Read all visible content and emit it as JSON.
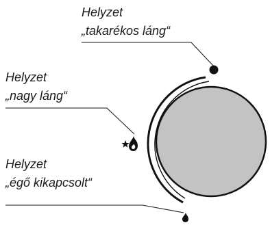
{
  "positions": [
    {
      "id": "low",
      "line1": "Helyzet",
      "line2": "„takarékos láng“",
      "icon": "filled-dot-icon"
    },
    {
      "id": "high",
      "line1": "Helyzet",
      "line2": "„nagy láng“",
      "icon": "star-flame-icon"
    },
    {
      "id": "off",
      "line1": "Helyzet",
      "line2": "„égő kikapcsolt“",
      "icon": "small-flame-icon"
    }
  ],
  "colors": {
    "knob_fill": "#c3c3c3",
    "ink": "#111111"
  }
}
